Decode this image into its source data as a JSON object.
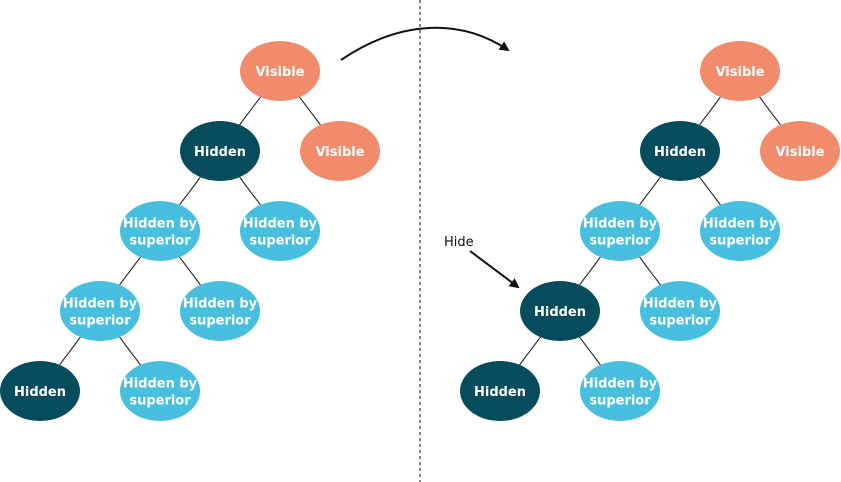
{
  "colors": {
    "visible": "#f28b6c",
    "hidden": "#074c5c",
    "hidden_by_superior": "#49bfe0",
    "node_text": "#ffffff",
    "line": "#111111"
  },
  "labels": {
    "visible": [
      "Visible"
    ],
    "hidden": [
      "Hidden"
    ],
    "hidden_by_superior": [
      "Hidden by",
      "superior"
    ]
  },
  "annotation": {
    "hide_label": "Hide"
  },
  "trees": [
    {
      "id": "before",
      "nodes": [
        {
          "id": "a",
          "state": "visible",
          "parent": null
        },
        {
          "id": "b",
          "state": "hidden",
          "parent": "a"
        },
        {
          "id": "c",
          "state": "visible",
          "parent": "a"
        },
        {
          "id": "d",
          "state": "hidden_by_superior",
          "parent": "b"
        },
        {
          "id": "e",
          "state": "hidden_by_superior",
          "parent": "b"
        },
        {
          "id": "f",
          "state": "hidden_by_superior",
          "parent": "d"
        },
        {
          "id": "g",
          "state": "hidden_by_superior",
          "parent": "d"
        },
        {
          "id": "h",
          "state": "hidden",
          "parent": "f"
        },
        {
          "id": "i",
          "state": "hidden_by_superior",
          "parent": "f"
        }
      ]
    },
    {
      "id": "after",
      "nodes": [
        {
          "id": "a",
          "state": "visible",
          "parent": null
        },
        {
          "id": "b",
          "state": "hidden",
          "parent": "a"
        },
        {
          "id": "c",
          "state": "visible",
          "parent": "a"
        },
        {
          "id": "d",
          "state": "hidden_by_superior",
          "parent": "b"
        },
        {
          "id": "e",
          "state": "hidden_by_superior",
          "parent": "b"
        },
        {
          "id": "f",
          "state": "hidden",
          "parent": "d"
        },
        {
          "id": "g",
          "state": "hidden_by_superior",
          "parent": "d"
        },
        {
          "id": "h",
          "state": "hidden",
          "parent": "f"
        },
        {
          "id": "i",
          "state": "hidden_by_superior",
          "parent": "f"
        }
      ]
    }
  ]
}
